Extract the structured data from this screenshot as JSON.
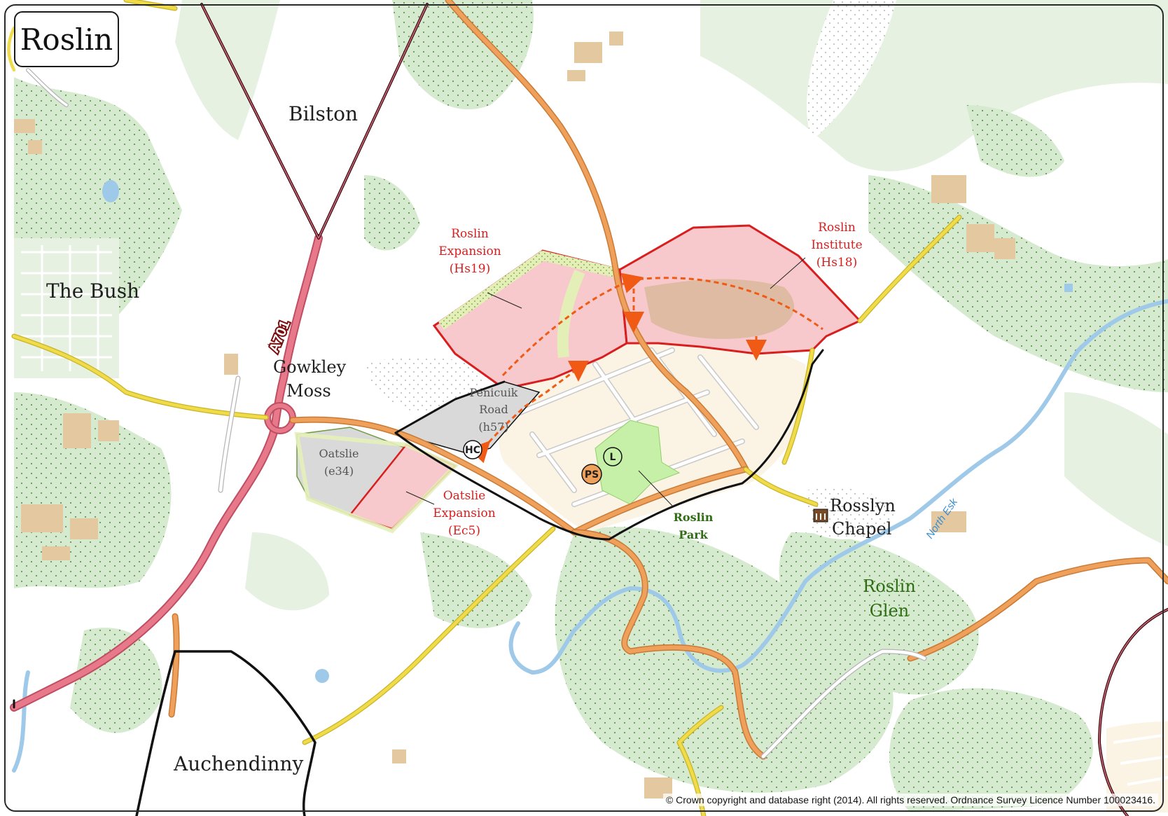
{
  "map": {
    "title": "Roslin",
    "copyright": "© Crown copyright and database right (2014). All rights reserved. Ordnance Survey Licence Number 100023416.",
    "places": {
      "bilston": "Bilston",
      "the_bush": "The Bush",
      "gowkley": "Gowkley",
      "moss": "Moss",
      "auchendinny": "Auchendinny",
      "rosslyn": "Rosslyn",
      "chapel": "Chapel",
      "roslin_glen_1": "Roslin",
      "roslin_glen_2": "Glen"
    },
    "road_label": "A701",
    "river_label": "North Esk",
    "sites": {
      "hs19": [
        "Roslin",
        "Expansion",
        "(Hs19)"
      ],
      "hs18": [
        "Roslin",
        "Institute",
        "(Hs18)"
      ],
      "h57": [
        "Penicuik",
        "Road",
        "(h57)"
      ],
      "e34": [
        "Oatslie",
        "(e34)"
      ],
      "ec5": [
        "Oatslie",
        "Expansion",
        "(Ec5)"
      ],
      "park": [
        "Roslin",
        "Park"
      ]
    },
    "icons": {
      "hc": "HC",
      "ps": "PS",
      "l": "L"
    },
    "colors": {
      "woodland": "#d6ead0",
      "allocation_fill": "#f8c9cc",
      "allocation_border": "#d81e1e",
      "existing_site": "#d9d9d9",
      "park": "#c6f0a8",
      "a_road": "#e8798a",
      "b_road": "#efa05a",
      "minor_road": "#f0dc4a",
      "boundary": "#111111",
      "river": "#9fc9e8",
      "access_arrow": "#f05a14"
    }
  }
}
